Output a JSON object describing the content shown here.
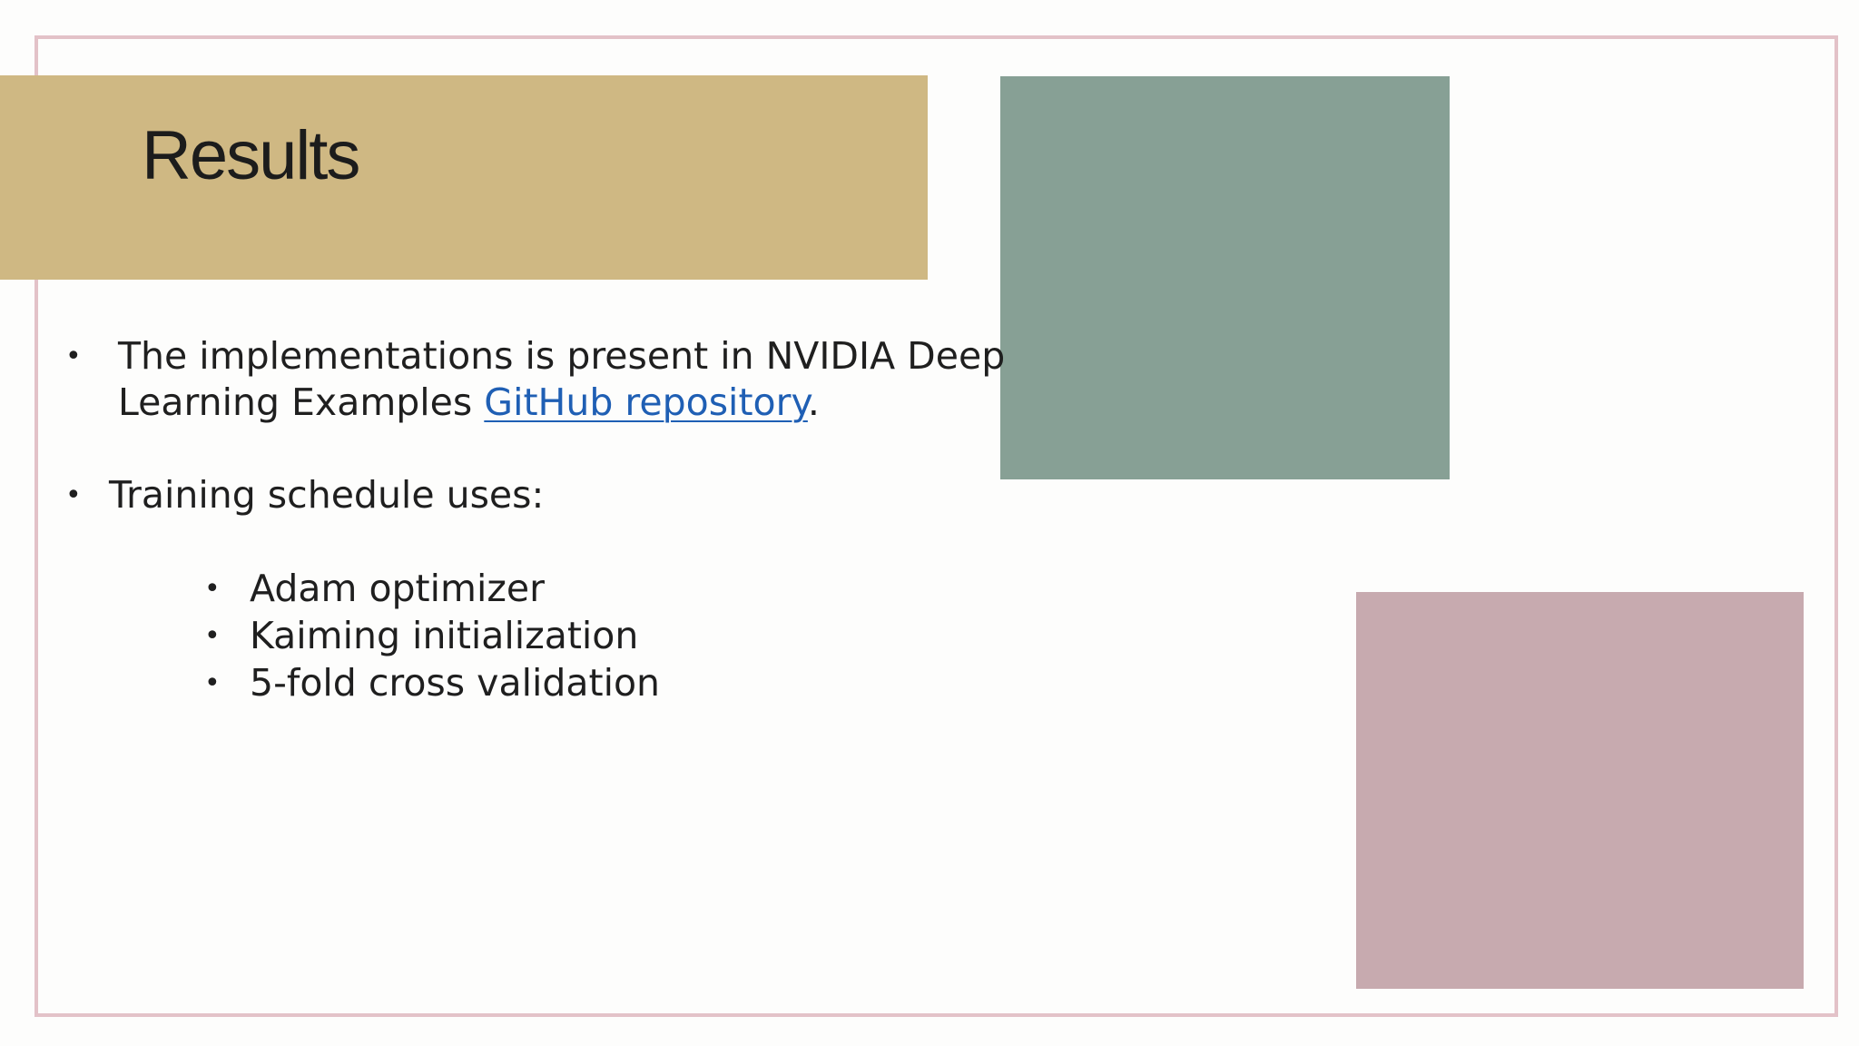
{
  "slide": {
    "title": "Results",
    "colors": {
      "title_band": "#cfb883",
      "green_block": "#87a095",
      "pink_block": "#c7aaaf",
      "frame": "#e3c2c8",
      "link": "#1f5fb4"
    },
    "bullets": [
      {
        "line1": "The implementations is present in NVIDIA Deep",
        "line2_prefix": "Learning Examples ",
        "link_text": "GitHub repository",
        "line2_suffix": "."
      },
      {
        "text": "Training schedule uses:",
        "sub_items": [
          "Adam optimizer",
          "Kaiming initialization",
          "5-fold cross validation"
        ]
      }
    ],
    "bullet_symbol": "•"
  }
}
